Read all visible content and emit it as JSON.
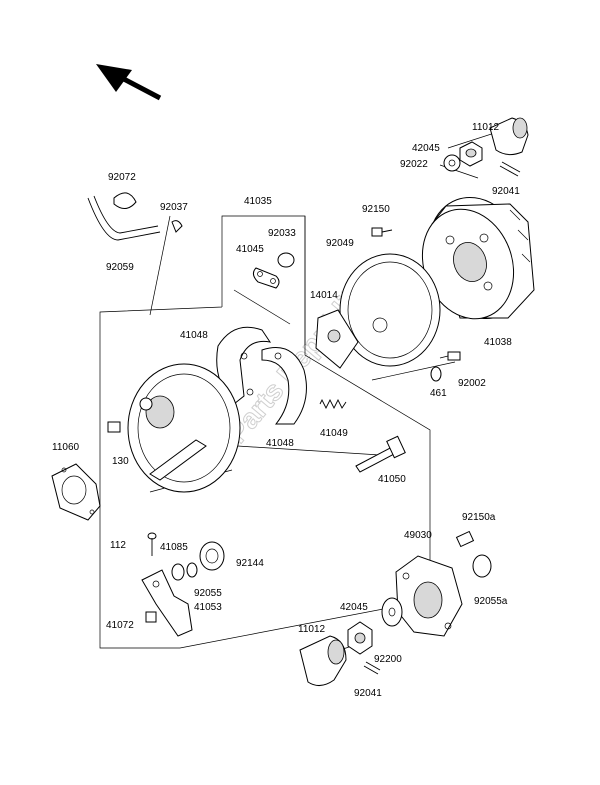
{
  "labels": {
    "l_11012_top": "11012",
    "l_42045_top": "42045",
    "l_92022": "92022",
    "l_92041_top": "92041",
    "l_92072": "92072",
    "l_92037": "92037",
    "l_41035": "41035",
    "l_92033": "92033",
    "l_41045": "41045",
    "l_92059": "92059",
    "l_92150": "92150",
    "l_92049": "92049",
    "l_14014": "14014",
    "l_41048_left": "41048",
    "l_41038": "41038",
    "l_92002": "92002",
    "l_461": "461",
    "l_41049": "41049",
    "l_41048_bottom": "41048",
    "l_11060": "11060",
    "l_130": "130",
    "l_41050": "41050",
    "l_92150a": "92150a",
    "l_49030": "49030",
    "l_112": "112",
    "l_41085": "41085",
    "l_92144": "92144",
    "l_92055": "92055",
    "l_41053": "41053",
    "l_41072": "41072",
    "l_42045_bottom": "42045",
    "l_92055a": "92055a",
    "l_11012_bottom": "11012",
    "l_92200": "92200",
    "l_92041_bottom": "92041"
  },
  "watermark": "Parts Republik",
  "icons": {
    "direction": "front-direction-arrow-icon"
  }
}
